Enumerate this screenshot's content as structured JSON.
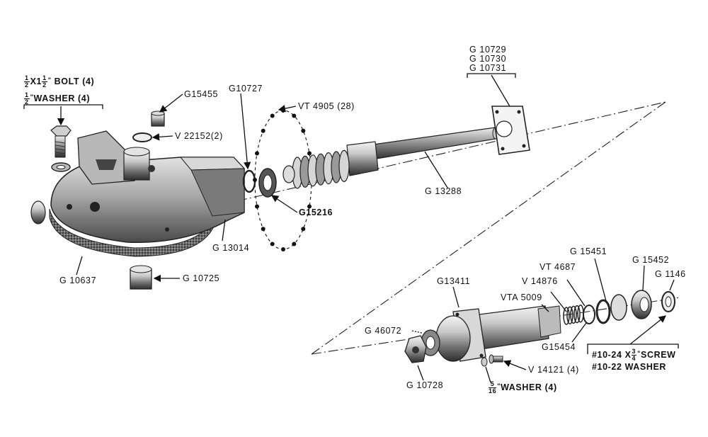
{
  "colors": {
    "ink": "#111111",
    "metal_light": "#eeeeee",
    "metal_mid": "#9a9a9a",
    "metal_dark": "#3a3a3a"
  },
  "labels": {
    "bolt_frac_a_num": "1",
    "bolt_frac_a_den": "2",
    "bolt_x": "X1",
    "bolt_frac_b_num": "1",
    "bolt_frac_b_den": "2",
    "bolt_text": "BOLT (4)",
    "washer_frac_num": "1",
    "washer_frac_den": "2",
    "washer_text": "WASHER (4)",
    "g15455": "G15455",
    "v22152": "V 22152(2)",
    "g10727": "G10727",
    "vt4905": "VT 4905 (28)",
    "g10729": "G 10729",
    "g10730": "G 10730",
    "g10731": "G 10731",
    "g13288": "G 13288",
    "g15216": "G15216",
    "g13014": "G 13014",
    "g10637": "G 10637",
    "g10725": "G 10725",
    "g15451": "G 15451",
    "g15452": "G 15452",
    "vt4687": "VT 4687",
    "g1146": "G 1146",
    "v14876": "V 14876",
    "g13411": "G13411",
    "vta5009": "VTA 5009",
    "g46072": "G 46072",
    "g15454": "G15454",
    "screw_prefix": "#10-24 X",
    "screw_frac_num": "3",
    "screw_frac_den": "4",
    "screw_text": "SCREW",
    "washer10_text": "#10-22  WASHER",
    "v14121": "V 14121 (4)",
    "g10728": "G 10728",
    "w516_frac_num": "5",
    "w516_frac_den": "16",
    "w516_text": "WASHER (4)"
  }
}
